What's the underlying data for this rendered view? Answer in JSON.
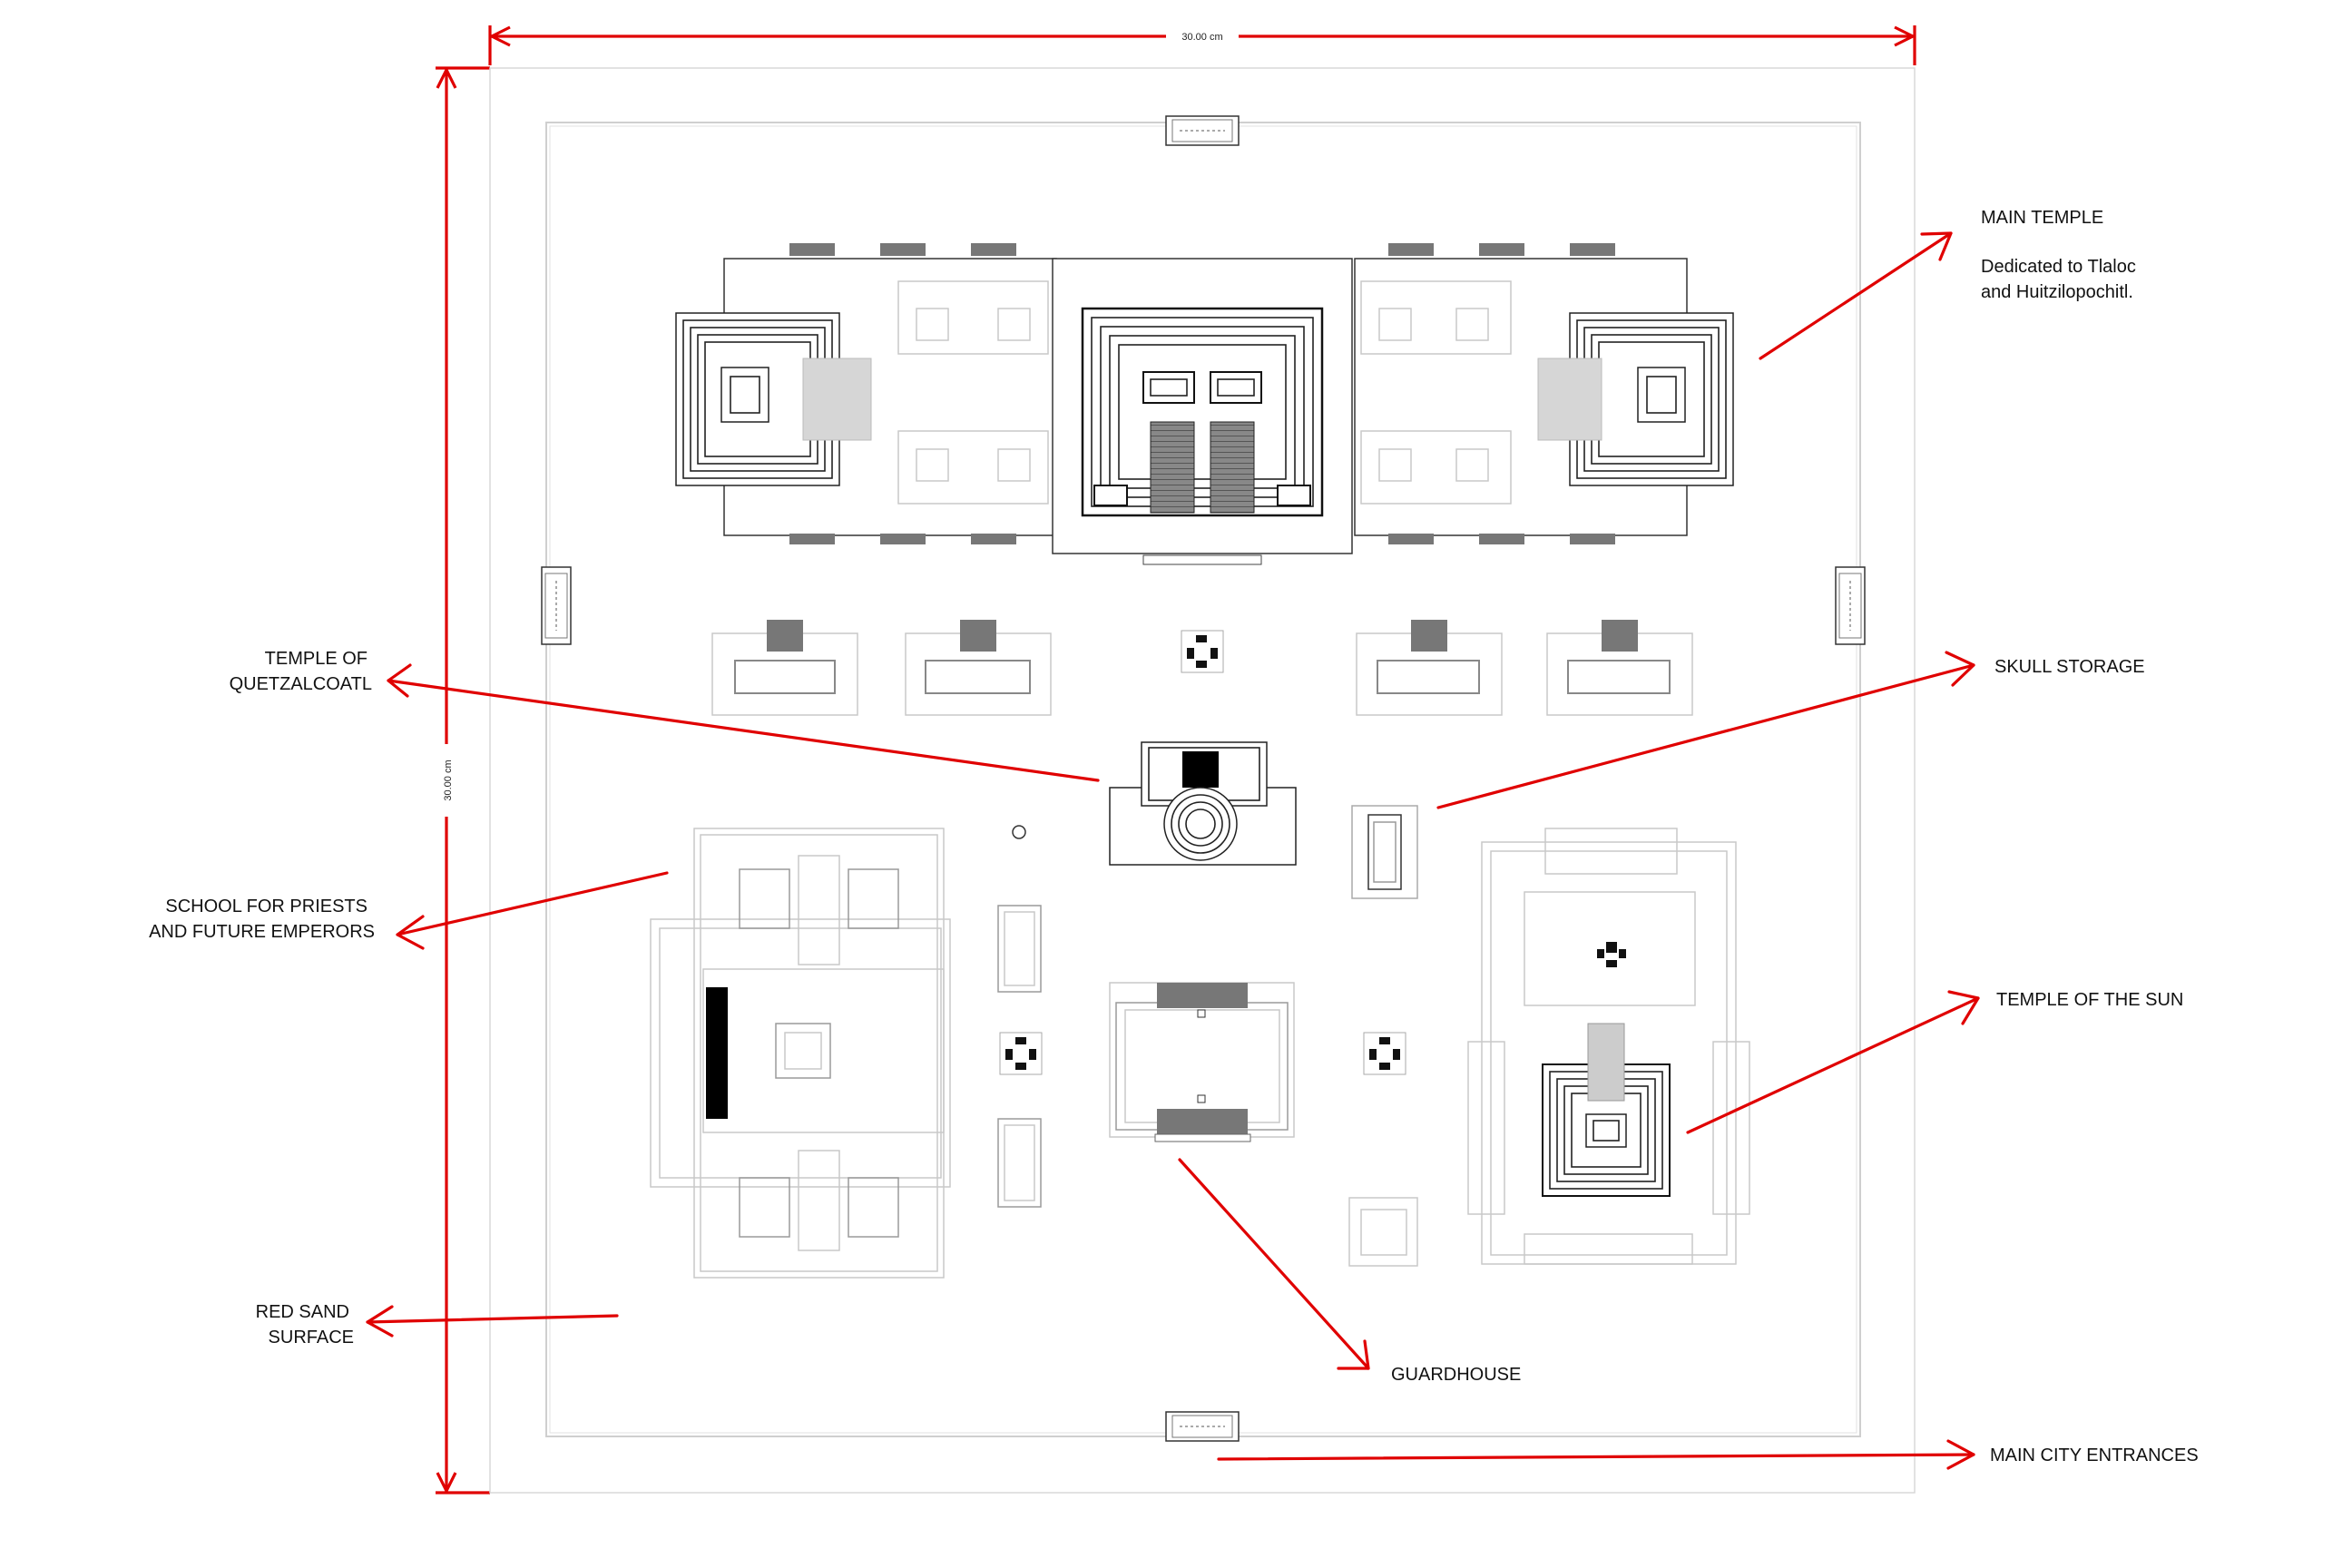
{
  "plan": {
    "dimension_width": "30.00 cm",
    "dimension_height": "30.00 cm"
  },
  "labels": {
    "main_temple": "MAIN TEMPLE",
    "main_temple_note_1": "Dedicated to Tlaloc",
    "main_temple_note_2": "and Huitzilopochitl.",
    "temple_of_quetzalcoatl_1": "TEMPLE OF",
    "temple_of_quetzalcoatl_2": "QUETZALCOATL",
    "skull_storage": "SKULL STORAGE",
    "school_1": "SCHOOL FOR PRIESTS",
    "school_2": "AND FUTURE EMPERORS",
    "temple_of_the_sun": "TEMPLE OF THE SUN",
    "red_sand_1": "RED SAND",
    "red_sand_2": "SURFACE",
    "guardhouse": "GUARDHOUSE",
    "main_city_entrances": "MAIN CITY ENTRANCES"
  },
  "colors": {
    "annotation": "#e00000",
    "linework": "#222222",
    "faded_linework": "#c9c9c9"
  }
}
